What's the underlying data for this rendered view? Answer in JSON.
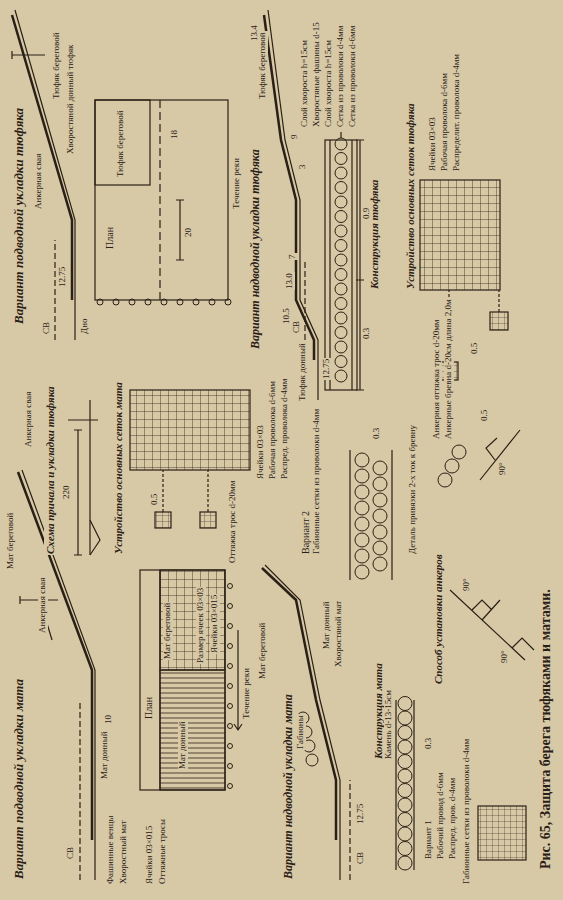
{
  "diagram": {
    "caption": "Рис. 65, Защита берега тюфяками и матами.",
    "labels": [
      "Вариант подводной укладки мата",
      "Мат береговой",
      "Анкерная свая",
      "Мат донный",
      "Фашинные венцы",
      "Хворостный мат",
      "Ячейки 03×015",
      "Оттяжные тросы",
      "СВ",
      "10",
      "План",
      "Мат донный",
      "Мат береговой",
      "Размер ячеек 03×03",
      "Оттяжка трос d-20мм",
      "Ячейки 03×015",
      "Течение реки",
      "Схема причала и укладки тюфяка",
      "Анкерная свая",
      "220",
      "Устройство основных сеток мата",
      "0.5",
      "Ячейки 03×03",
      "Рабочая проволока d-6мм",
      "Распред. проволока d-4мм",
      "Вариант подводной укладки тюфяка",
      "Анкерная свая",
      "Тюфяк береговой",
      "Хворостяной донный тюфяк",
      "СВ",
      "12.75",
      "Дно",
      "План",
      "Тюфяк береговой",
      "20",
      "18",
      "Течение реки",
      "Вариант надводной укладки тюфяка",
      "Тюфяк береговой",
      "13.4",
      "9",
      "3",
      "7",
      "13.0",
      "10.5",
      "СВ",
      "12.75",
      "Тюфяк донный",
      "Конструкция тюфяка",
      "Слой хвороста h=15см",
      "Хворостяные фашины d-15",
      "Слой хвороста h=15см",
      "Сетка из проволоки d-4мм",
      "Сетка из проволоки d-6мм",
      "0.9",
      "0.3",
      "Устройство основных сеток тюфяка",
      "Ячейки 03×03",
      "Рабочая проволока d-6мм",
      "Распределит. проволока d-4мм",
      "0.5",
      "Вариант надводной укладки мата",
      "Мат береговой",
      "Мат донный",
      "Хворостяной мат",
      "Габионы",
      "СВ",
      "12.75",
      "Конструкция мата",
      "Камень d-13-15см",
      "Вариант 1",
      "Рабочий провод d-6мм",
      "Распред. пров. d-4мм",
      "0.3",
      "Вариант 2",
      "Габионные сетки из проволоки d-4мм",
      "0.3",
      "Способ установки анкеров",
      "90°",
      "90°",
      "Деталь привязки 2-х ток к бревну",
      "Анкерная оттяжка трос d-20мм",
      "Анкерные бревна d-20см длина 2,0м",
      "90°",
      "0.5",
      "Габионные сетки из проволоки d-4мм"
    ]
  }
}
